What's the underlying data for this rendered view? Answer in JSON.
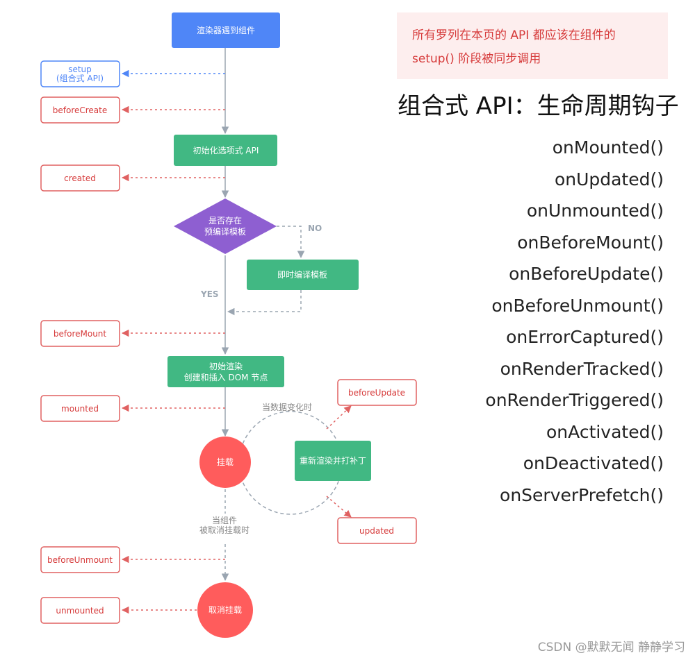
{
  "colors": {
    "blue": "#4f86f7",
    "green": "#41b883",
    "purple": "#8e5fd1",
    "red": "#ff5c5c",
    "hook_border": "#e06161",
    "hook_text": "#d63a3a",
    "gray_arrow": "#9aa5b1"
  },
  "flow": {
    "start": "渲染器遇到组件",
    "setup_line1": "setup",
    "setup_line2": "(组合式 API)",
    "before_create": "beforeCreate",
    "init_options": "初始化选项式 API",
    "created": "created",
    "decision_line1": "是否存在",
    "decision_line2": "预编译模板",
    "no_label": "NO",
    "compile": "即时编译模板",
    "yes_label": "YES",
    "before_mount": "beforeMount",
    "render_line1": "初始渲染",
    "render_line2": "创建和插入 DOM 节点",
    "mounted": "mounted",
    "mounted_state": "挂载",
    "data_change": "当数据变化时",
    "before_update": "beforeUpdate",
    "rerender": "重新渲染并打补丁",
    "updated": "updated",
    "unmount_line1": "当组件",
    "unmount_line2": "被取消挂载时",
    "before_unmount": "beforeUnmount",
    "unmounted": "unmounted",
    "unmounted_state": "取消挂载"
  },
  "note": {
    "line1": "所有罗列在本页的 API 都应该在组件的",
    "line2": "setup() 阶段被同步调用"
  },
  "heading": "组合式 API：生命周期钩子",
  "hooks": [
    "onMounted()",
    "onUpdated()",
    "onUnmounted()",
    "onBeforeMount()",
    "onBeforeUpdate()",
    "onBeforeUnmount()",
    "onErrorCaptured()",
    "onRenderTracked()",
    "onRenderTriggered()",
    "onActivated()",
    "onDeactivated()",
    "onServerPrefetch()"
  ],
  "watermark": "CSDN @默默无闻 静静学习"
}
